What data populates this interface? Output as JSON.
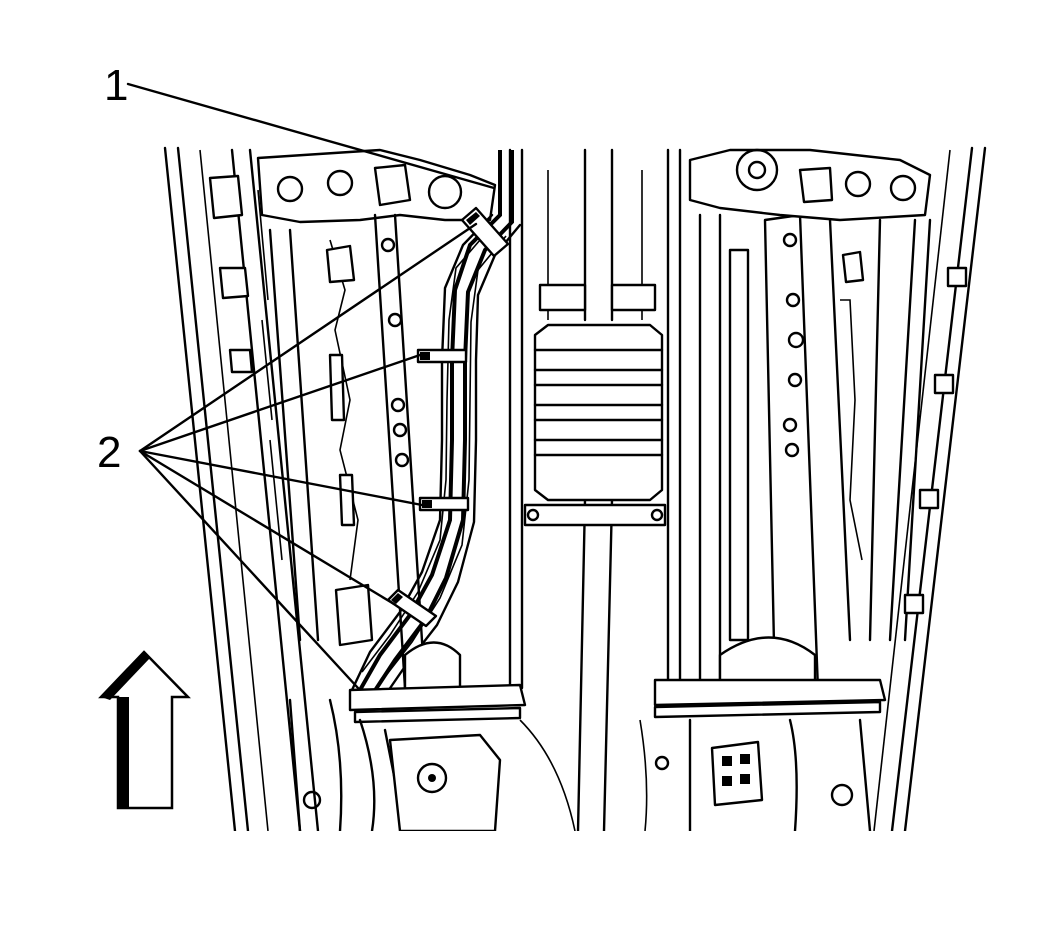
{
  "callouts": [
    {
      "id": "1",
      "label": "1"
    },
    {
      "id": "2",
      "label": "2"
    }
  ],
  "icons": {
    "direction_arrow": "up-arrow-icon"
  },
  "colors": {
    "line": "#000000",
    "background": "#ffffff"
  }
}
